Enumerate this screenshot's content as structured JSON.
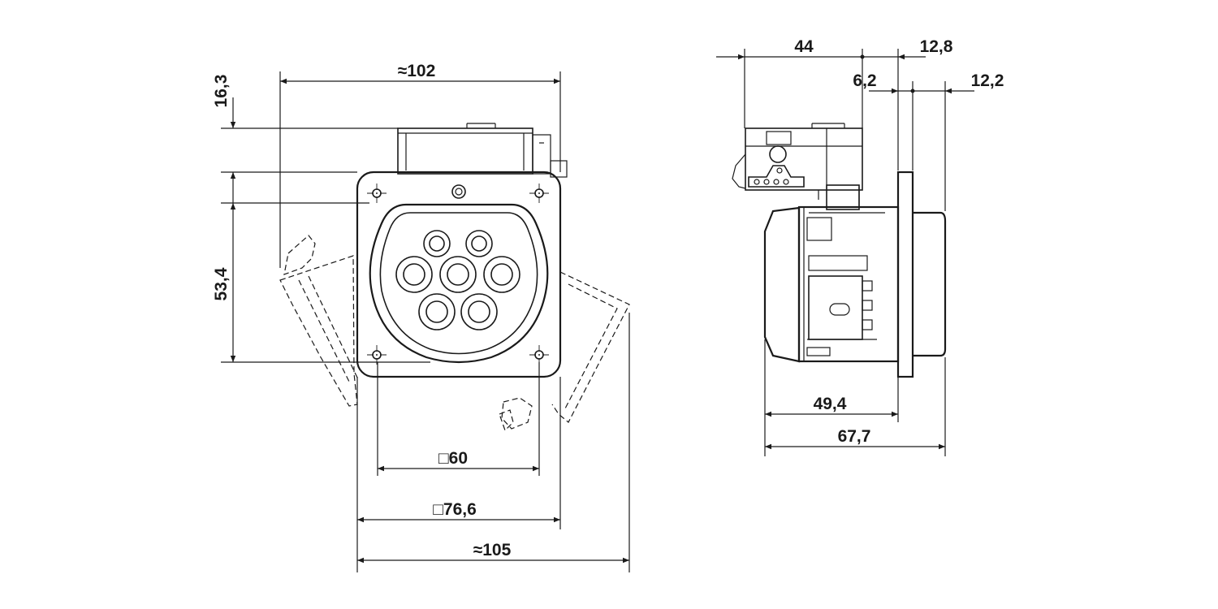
{
  "colors": {
    "line": "#1a1a1a",
    "background": "#ffffff"
  },
  "front_view": {
    "dim_width_top": "≈102",
    "dim_height_top": "16,3",
    "dim_height_main": "53,4",
    "dim_hole_pitch": "□60",
    "dim_flange": "□76,6",
    "dim_width_bottom": "≈105"
  },
  "side_view": {
    "dim_depth_44": "44",
    "dim_12_8": "12,8",
    "dim_6_2": "6,2",
    "dim_12_2": "12,2",
    "dim_49_4": "49,4",
    "dim_67_7": "67,7"
  }
}
